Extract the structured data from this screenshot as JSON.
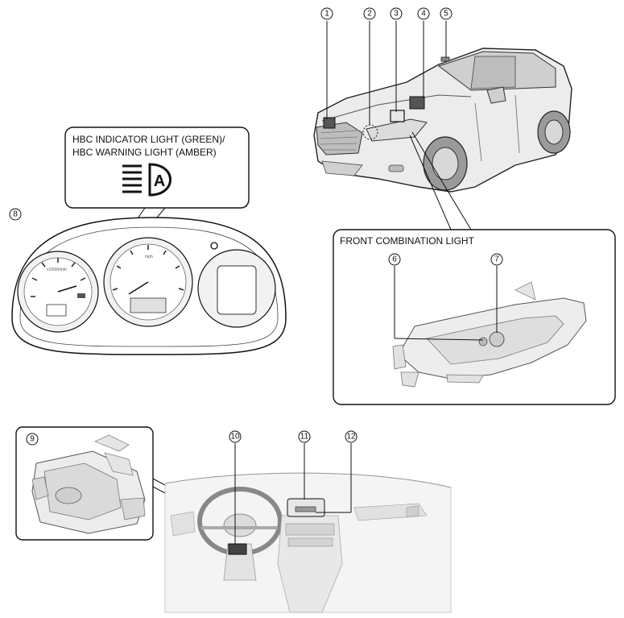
{
  "callouts": {
    "indicator_line1": "HBC INDICATOR LIGHT (GREEN)/",
    "indicator_line2": "HBC WARNING LIGHT (AMBER)",
    "indicator_symbol": "A",
    "front_light": "FRONT COMBINATION LIGHT"
  },
  "markers": [
    "1",
    "2",
    "3",
    "4",
    "5",
    "6",
    "7",
    "8",
    "9",
    "10",
    "11",
    "12"
  ],
  "cluster_text": {
    "odo": "x1000r/min",
    "speed_unit": "mph"
  },
  "colors": {
    "line": "#111111",
    "shading": "#d9d9d9",
    "indicator_green": "GREEN",
    "warning_amber": "AMBER"
  },
  "icons": [
    "high-beam-auto-icon",
    "warning-light-icon"
  ]
}
